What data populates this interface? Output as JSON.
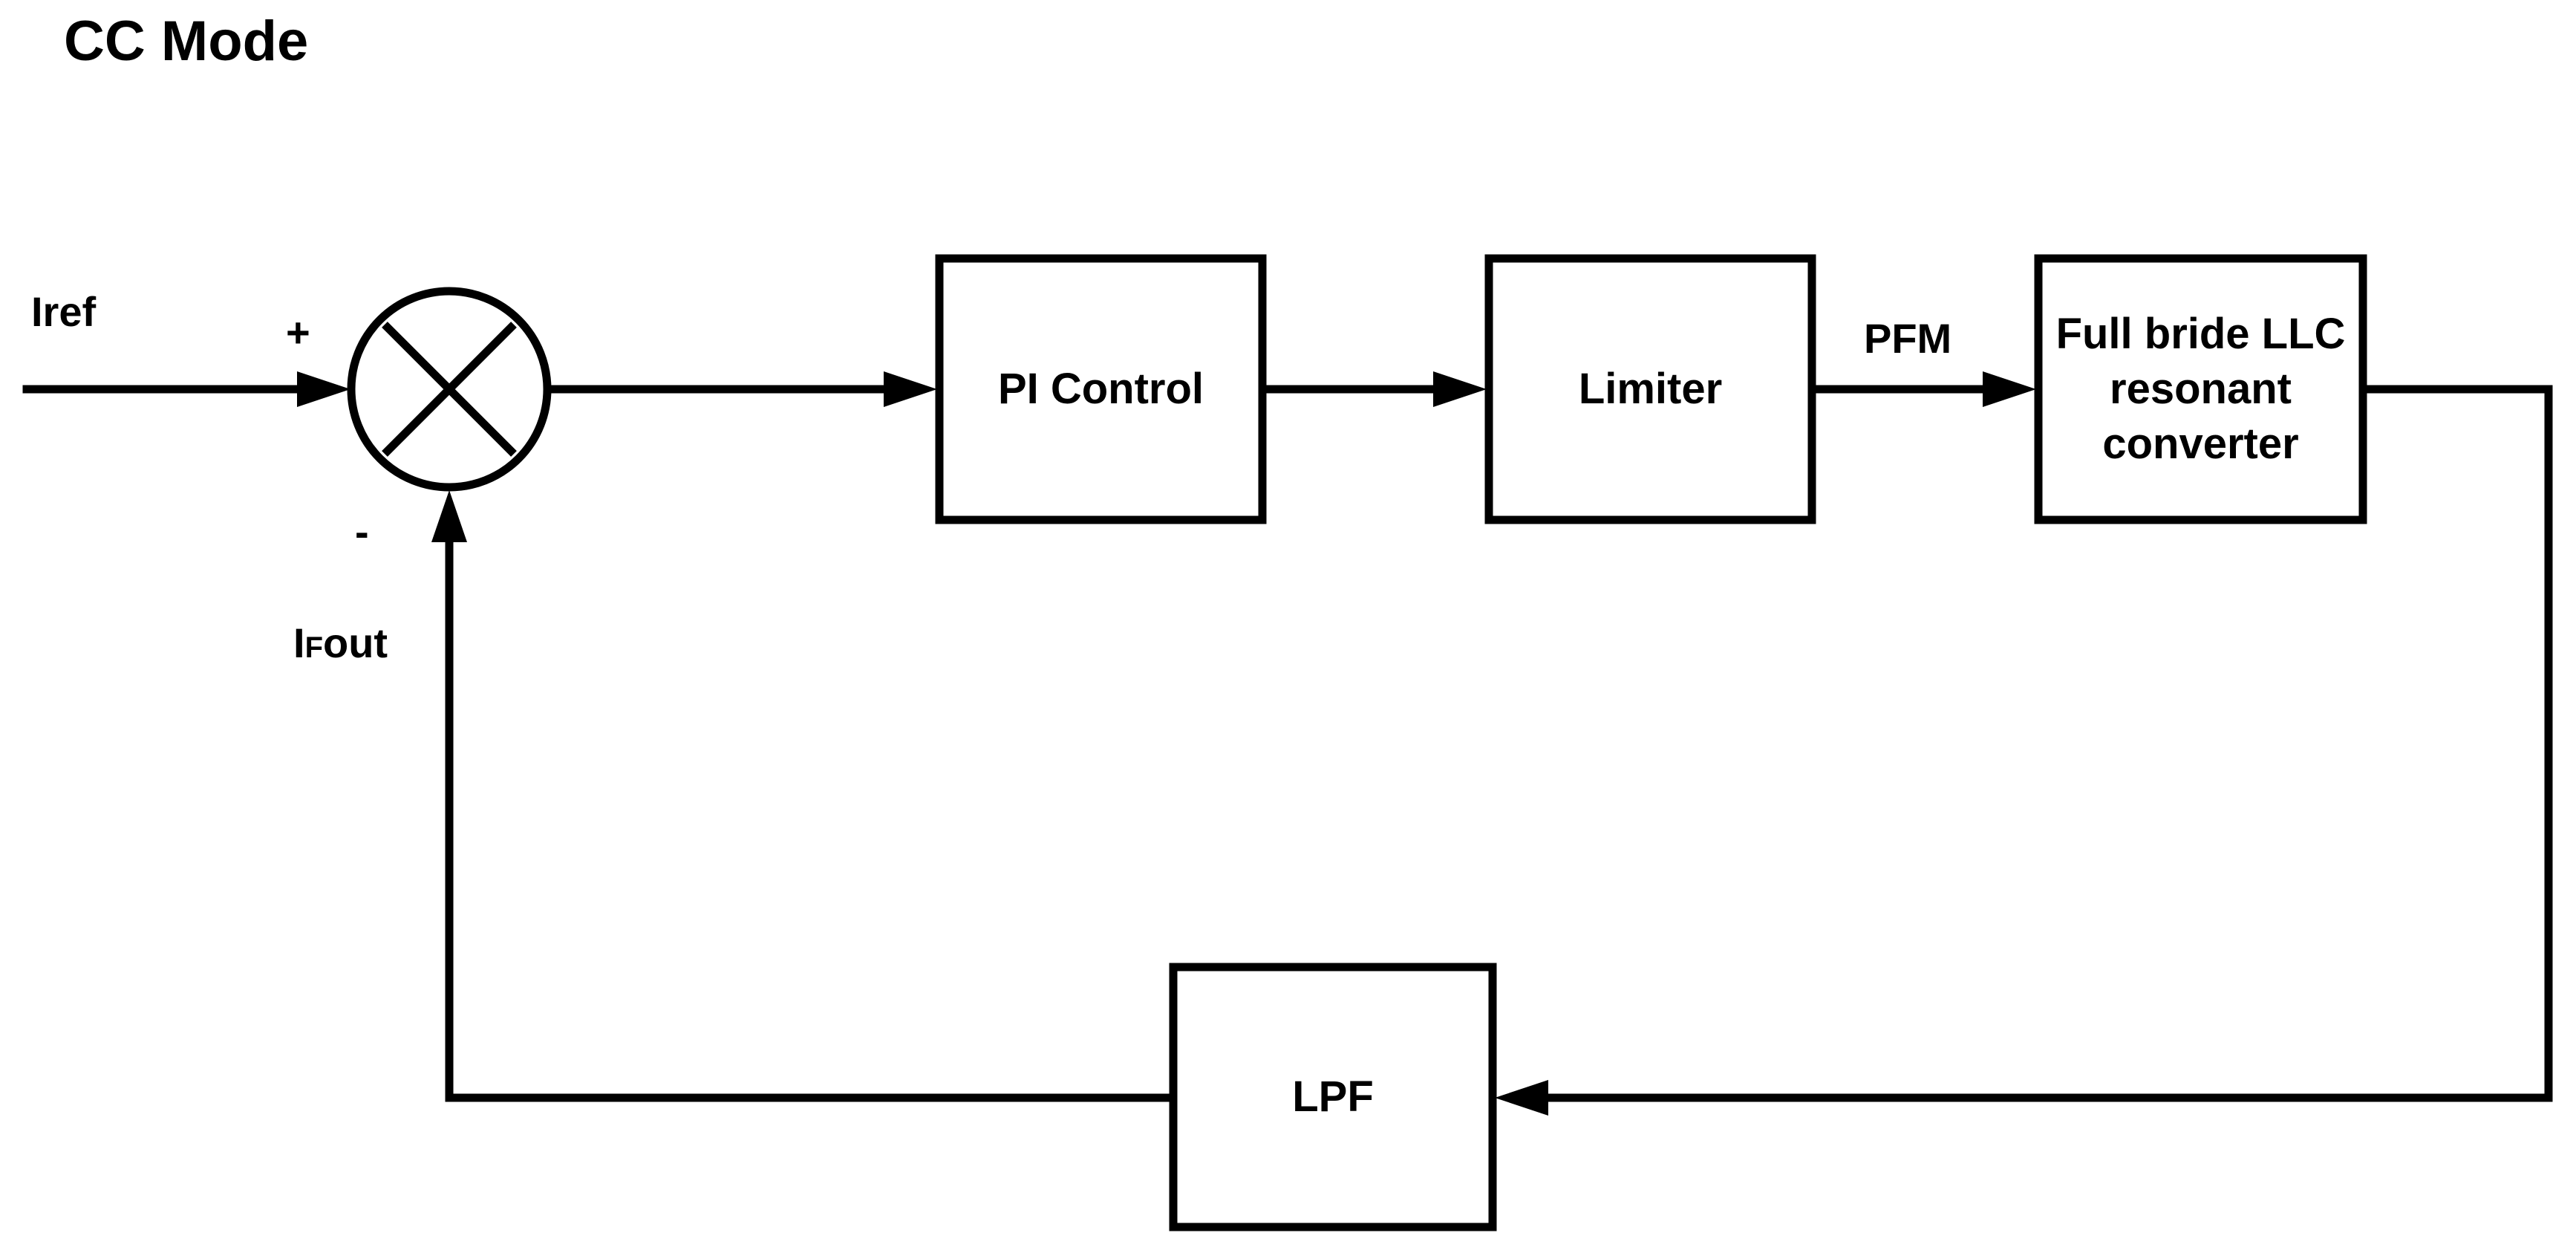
{
  "title": "CC Mode",
  "signals": {
    "input": "Iref",
    "plus": "+",
    "minus": "-",
    "feedback": "IFout",
    "modulation": "PFM"
  },
  "blocks": {
    "pi": "PI Control",
    "limiter": "Limiter",
    "converter": "Full bride LLC resonant converter",
    "lpf": "LPF"
  },
  "colors": {
    "stroke": "#000000",
    "background": "#ffffff"
  }
}
